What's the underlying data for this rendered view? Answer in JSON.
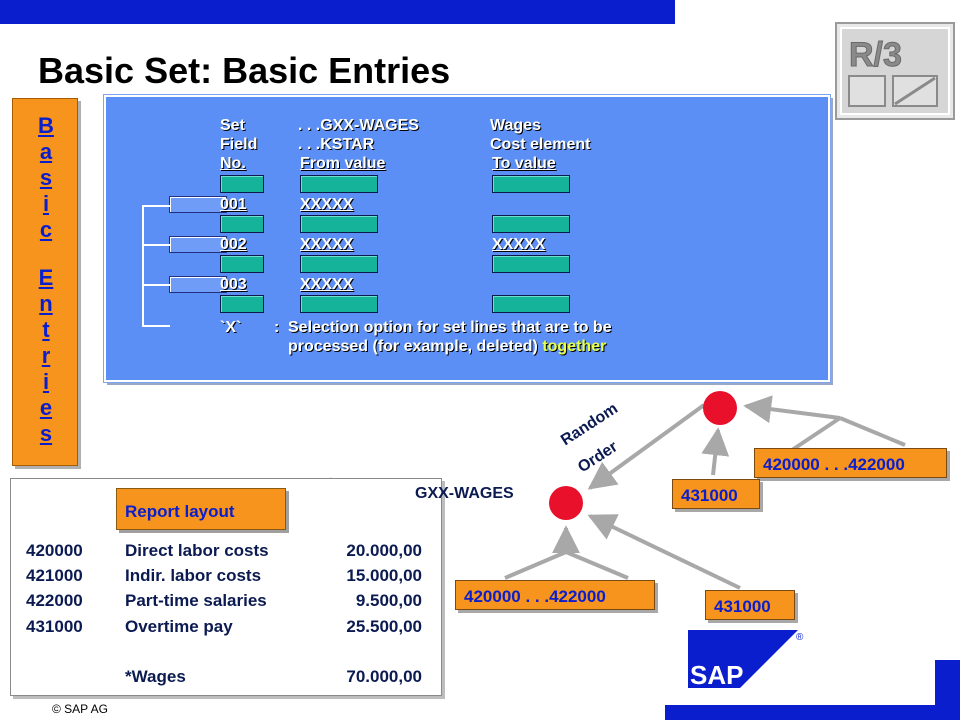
{
  "header": {
    "title": "Basic Set: Basic Entries",
    "logo_text": "R/3"
  },
  "sidebar": {
    "letters": [
      "B",
      "a",
      "s",
      "i",
      "c",
      "",
      "E",
      "n",
      "t",
      "r",
      "i",
      "e",
      "s"
    ]
  },
  "panel": {
    "set_label": "Set",
    "set_value": ". . .GXX-WAGES",
    "set_desc": "Wages",
    "field_label": "Field",
    "field_value": ". . .KSTAR",
    "field_desc": "Cost element",
    "no_header": "No.",
    "from_header": "From value",
    "to_header": "To value",
    "rows": [
      {
        "no": "001",
        "from": "XXXXX",
        "to": ""
      },
      {
        "no": "002",
        "from": "XXXXX",
        "to": "XXXXX"
      },
      {
        "no": "003",
        "from": "XXXXX",
        "to": ""
      }
    ],
    "note_key": "`X`",
    "note_colon": ":",
    "note_line1": "Selection option for set lines that are to be",
    "note_line2_pre": "processed (for example, deleted)",
    "note_line2_hl": "together"
  },
  "report": {
    "layout_label": "Report layout",
    "rows": [
      {
        "code": "420000",
        "desc": "Direct labor costs",
        "amount": "20.000,00"
      },
      {
        "code": "421000",
        "desc": "Indir. labor costs",
        "amount": "15.000,00"
      },
      {
        "code": "422000",
        "desc": "Part-time salaries",
        "amount": "9.500,00"
      },
      {
        "code": "431000",
        "desc": "Overtime pay",
        "amount": "25.500,00"
      }
    ],
    "total_desc": "*Wages",
    "total_amount": "70.000,00"
  },
  "diagram": {
    "set_name": "GXX-WAGES",
    "random_line1": "Random",
    "random_line2": "Order",
    "box_range_top": "420000 . . .422000",
    "box_single_top": "431000",
    "box_range_bottom": "420000 . . .422000",
    "box_single_bottom": "431000"
  },
  "footer": {
    "copyright": "© SAP AG",
    "sap_logo": "SAP",
    "registered": "®"
  },
  "colors": {
    "accent_blue": "#0a1ecd",
    "panel_blue": "#5b8ff5",
    "orange": "#f6941d",
    "teal": "#14b39a",
    "node_red": "#e8102a"
  }
}
